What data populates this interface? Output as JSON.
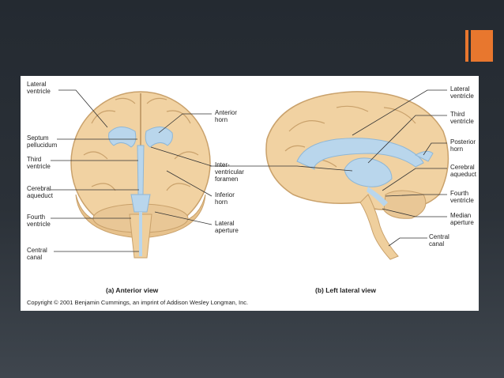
{
  "slide": {
    "background_color": "#2b3138",
    "accent_color": "#e8772e",
    "panel_color": "#ffffff"
  },
  "figure": {
    "brain_color": "#f1d2a2",
    "ventricle_color": "#b9d6ec",
    "left_labels": {
      "lateral_ventricle": "Lateral\nventricle",
      "septum_pellucidum": "Septum\npellucidum",
      "third_ventricle": "Third\nventricle",
      "cerebral_aqueduct": "Cerebral\naqueduct",
      "fourth_ventricle": "Fourth\nventricle",
      "central_canal": "Central\ncanal"
    },
    "center_labels": {
      "anterior_horn": "Anterior\nhorn",
      "interventricular_foramen": "Inter-\nventricular\nforamen",
      "inferior_horn": "Inferior\nhorn",
      "lateral_aperture": "Lateral\naperture"
    },
    "right_labels": {
      "lateral_ventricle": "Lateral\nventricle",
      "third_ventricle": "Third\nventricle",
      "posterior_horn": "Posterior\nhorn",
      "cerebral_aqueduct": "Cerebral\naqueduct",
      "fourth_ventricle": "Fourth\nventricle",
      "median_aperture": "Median\naperture",
      "central_canal": "Central\ncanal"
    },
    "caption_a": "(a) Anterior view",
    "caption_b": "(b) Left lateral view",
    "copyright": "Copyright © 2001 Benjamin Cummings, an imprint of Addison Wesley Longman, Inc."
  }
}
